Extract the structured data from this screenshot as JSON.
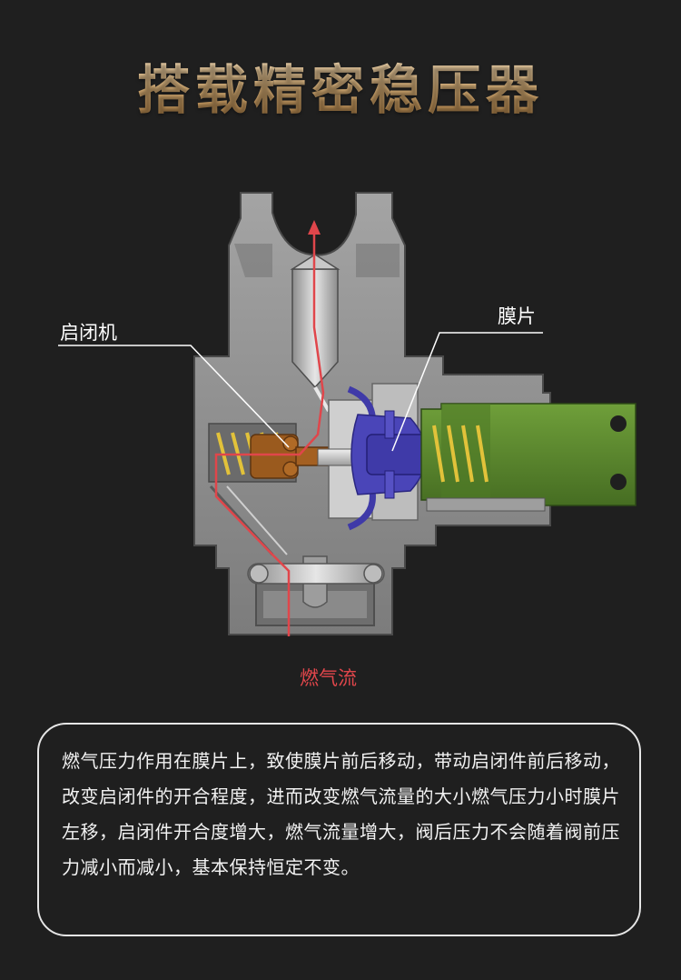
{
  "title": "搭载精密稳压器",
  "labels": {
    "valve": "启闭机",
    "diaphragm": "膜片",
    "gas_flow": "燃气流"
  },
  "description": "燃气压力作用在膜片上，致使膜片前后移动，带动启闭件前后移动，改变启闭件的开合程度，进而改变燃气流量的大小燃气压力小时膜片左移，启闭件开合度增大，燃气流量增大，阀后压力不会随着阀前压力减小而减小，基本保持恒定不变。",
  "colors": {
    "background": "#1f1f1f",
    "title_gold": "#d9b98b",
    "body_gray": "#8d8d8d",
    "valve_brown": "#9a5a1e",
    "diaphragm_blue": "#3f3aa8",
    "plug_green": "#5f8f2f",
    "spring_yellow": "#e2c23a",
    "flow_red": "#e0464b"
  }
}
